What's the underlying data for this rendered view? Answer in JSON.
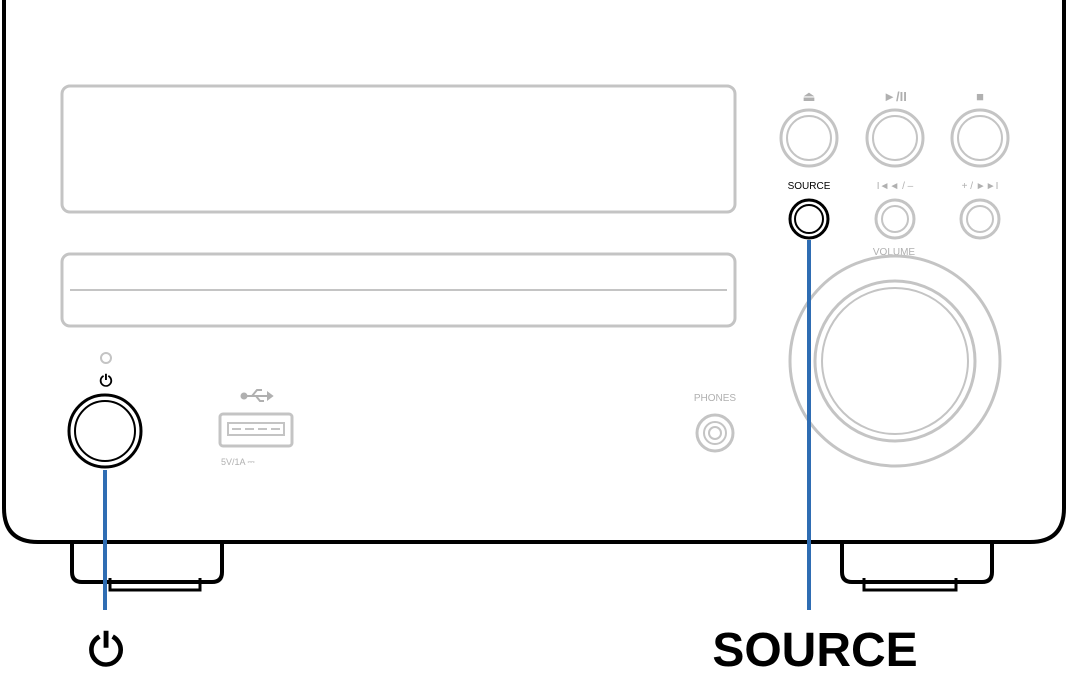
{
  "device": {
    "panel": {
      "eject_button": {
        "symbol": "⏏"
      },
      "play_pause_button": {
        "symbol": "►/II"
      },
      "stop_button": {
        "symbol": "■"
      },
      "source_button": {
        "label": "SOURCE"
      },
      "prev_button": {
        "label": "I◄◄ / –"
      },
      "next_button": {
        "label": "+ / ►►I"
      },
      "volume_knob": {
        "label": "VOLUME"
      },
      "power_button": {
        "symbol": "⏻"
      },
      "usb_port": {
        "symbol": "usb-icon",
        "rating": "5V/1A ⎓"
      },
      "phones_jack": {
        "label": "PHONES"
      }
    }
  },
  "callouts": {
    "power_label": "⏻",
    "source_label": "SOURCE"
  },
  "colors": {
    "outline": "#000000",
    "panel_grey": "#c4c4c4",
    "callout_line": "#2f6db3"
  }
}
